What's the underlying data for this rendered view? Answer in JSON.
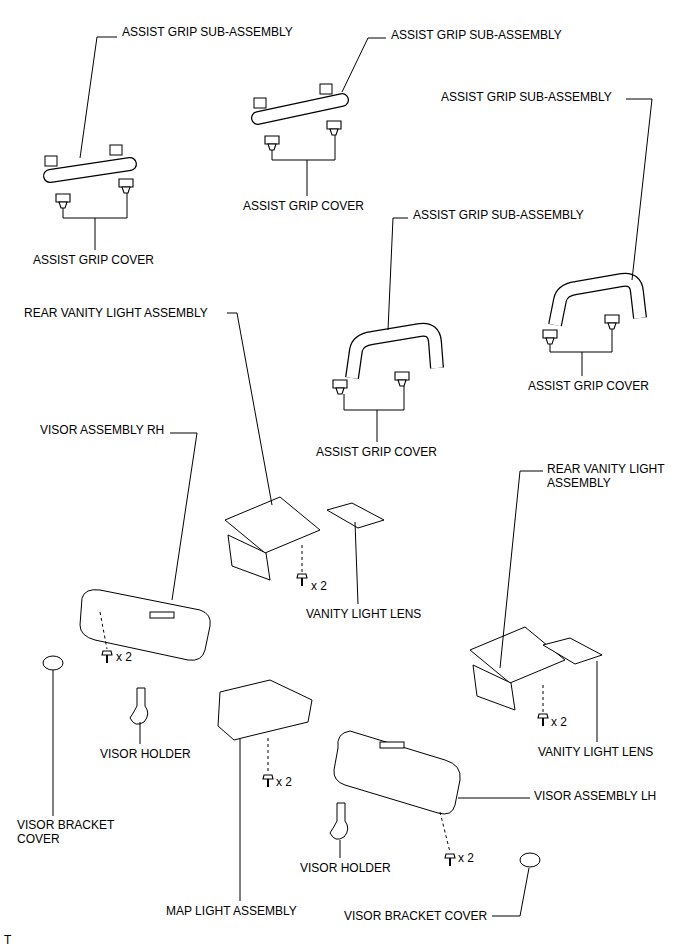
{
  "diagram": {
    "labels": [
      "ASSIST GRIP SUB-ASSEMBLY",
      "ASSIST GRIP SUB-ASSEMBLY",
      "ASSIST GRIP SUB-ASSEMBLY",
      "ASSIST GRIP COVER",
      "ASSIST GRIP SUB-ASSEMBLY",
      "ASSIST GRIP COVER",
      "REAR VANITY LIGHT ASSEMBLY",
      "ASSIST GRIP COVER",
      "VISOR ASSEMBLY RH",
      "ASSIST GRIP COVER",
      "REAR VANITY LIGHT ASSEMBLY",
      "x 2",
      "VANITY LIGHT LENS",
      "x 2",
      "x 2",
      "x 2",
      "VANITY LIGHT LENS",
      "VISOR HOLDER",
      "VISOR ASSEMBLY LH",
      "VISOR BRACKET COVER",
      "x 2",
      "VISOR HOLDER",
      "MAP LIGHT ASSEMBLY",
      "VISOR BRACKET COVER",
      "T"
    ]
  }
}
